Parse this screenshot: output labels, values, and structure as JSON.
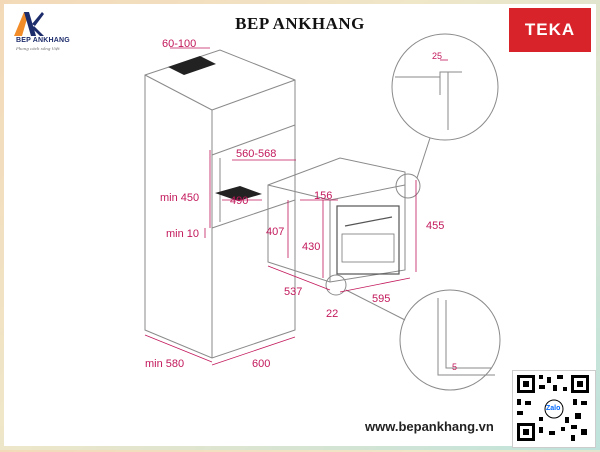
{
  "header": {
    "brand_title": "BEP ANKHANG",
    "left_logo_name": "BEP ANKHANG",
    "left_logo_slogan": "Phong cách sống Việt",
    "right_logo_text": "TEKA"
  },
  "footer": {
    "website": "www.bepankhang.vn",
    "qr_label": "Zalo"
  },
  "dimensions": {
    "top_vent": "60-100",
    "detail_top": "25",
    "niche_width": "560-568",
    "depth_top": "156",
    "min_height": "min 450",
    "inner_depth": "490",
    "oven_height_front": "407",
    "oven_height_mid": "430",
    "oven_height_total": "455",
    "min_gap": "min 10",
    "oven_depth": "537",
    "oven_width": "595",
    "gap_bottom": "22",
    "detail_bottom": "5",
    "cabinet_depth": "min 580",
    "cabinet_width": "600"
  },
  "colors": {
    "dimension": "#c2185b",
    "outline": "#8a8a8a",
    "brand_red": "#d8232a"
  }
}
